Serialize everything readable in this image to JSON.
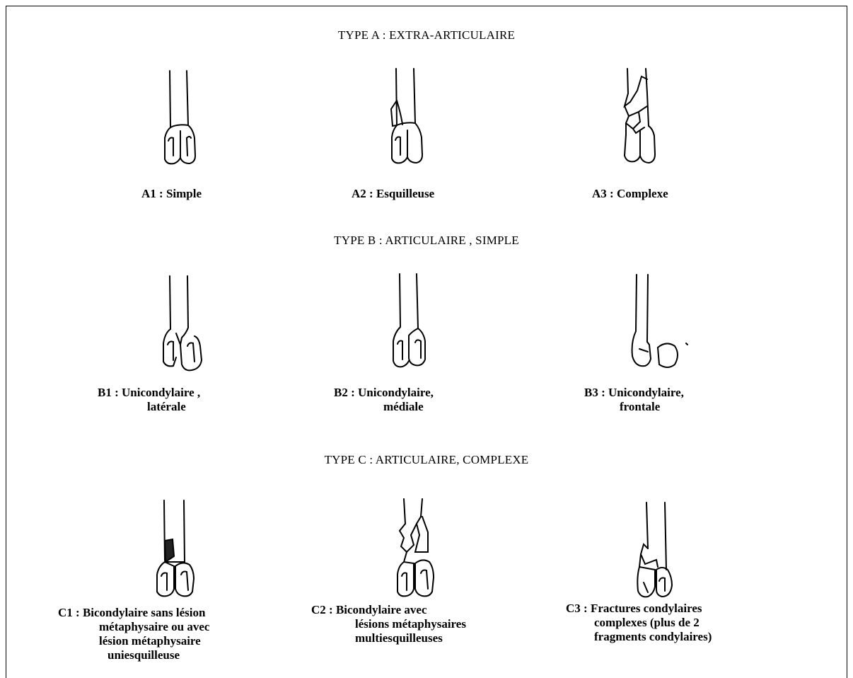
{
  "sections": {
    "a": {
      "title": "TYPE A : EXTRA-ARTICULAIRE"
    },
    "b": {
      "title": "TYPE B : ARTICULAIRE , SIMPLE"
    },
    "c": {
      "title": "TYPE C : ARTICULAIRE, COMPLEXE"
    }
  },
  "figures": {
    "a1": {
      "caption": [
        "A1 : Simple"
      ]
    },
    "a2": {
      "caption": [
        "A2 : Esquilleuse"
      ]
    },
    "a3": {
      "caption": [
        "A3 : Complexe"
      ]
    },
    "b1": {
      "caption": [
        "B1 :  Unicondylaire ,",
        "latérale"
      ]
    },
    "b2": {
      "caption": [
        "B2 : Unicondylaire,",
        "médiale"
      ]
    },
    "b3": {
      "caption": [
        "B3 : Unicondylaire,",
        "frontale"
      ]
    },
    "c1": {
      "caption": [
        "C1 :  Bicondylaire sans lésion",
        "métaphysaire ou avec",
        "lésion métaphysaire",
        "uniesquilleuse"
      ]
    },
    "c2": {
      "caption": [
        "C2 : Bicondylaire avec",
        "lésions métaphysaires",
        "multiesquilleuses"
      ]
    },
    "c3": {
      "caption": [
        "C3 : Fractures condylaires",
        "complexes (plus de 2",
        "fragments condylaires)"
      ]
    }
  },
  "colors": {
    "ink": "#000000",
    "background": "#ffffff"
  }
}
